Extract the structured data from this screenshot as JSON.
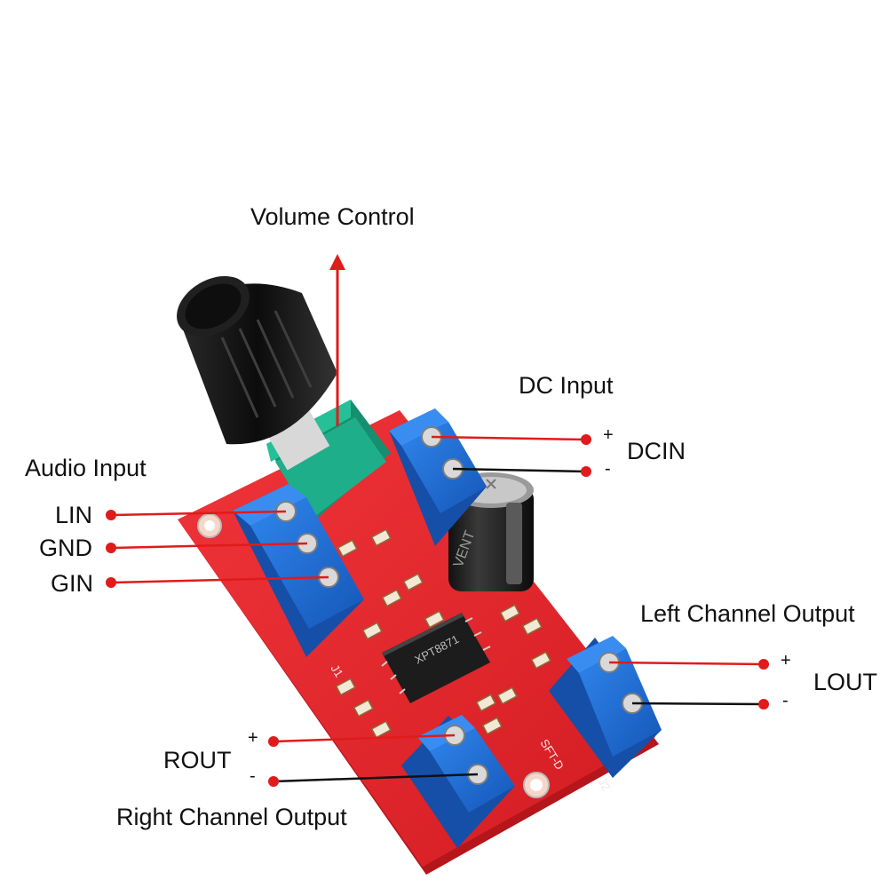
{
  "labels": {
    "volume_control": "Volume Control",
    "dc_input": "DC Input",
    "dcin": "DCIN",
    "audio_input": "Audio Input",
    "lin": "LIN",
    "gnd": "GND",
    "gin": "GIN",
    "left_channel_output": "Left Channel Output",
    "lout": "LOUT",
    "rout": "ROUT",
    "right_channel_output": "Right Channel Output",
    "plus": "+",
    "minus": "-"
  },
  "board_silkscreen": {
    "chip_text": "XPT8871",
    "capacitor_text": "VENT",
    "board_text": "SFT-D",
    "j1": "J1",
    "j2": "J2"
  },
  "colors": {
    "pcb_red": "#e8262a",
    "terminal_blue": "#1d6fd6",
    "pot_green": "#1fae8a",
    "knob_black": "#141414",
    "pointer_red": "#e01b1b",
    "lead_black": "#111111"
  }
}
